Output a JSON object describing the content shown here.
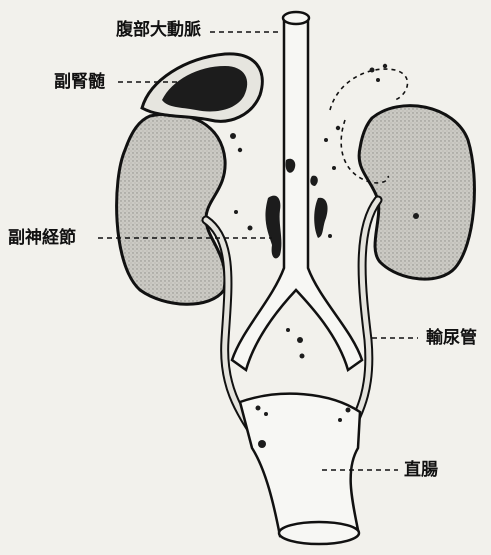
{
  "labels": {
    "aorta": "腹部大動脈",
    "adrenal_medulla": "副腎髄",
    "paraganglion": "副神経節",
    "ureter": "輸尿管",
    "rectum": "直腸"
  },
  "colors": {
    "background": "#f2f1ec",
    "ink": "#111111",
    "kidney_fill": "#c9c8c2",
    "medulla_fill": "#1c1c1c",
    "aorta_fill": "#f7f7f4"
  }
}
